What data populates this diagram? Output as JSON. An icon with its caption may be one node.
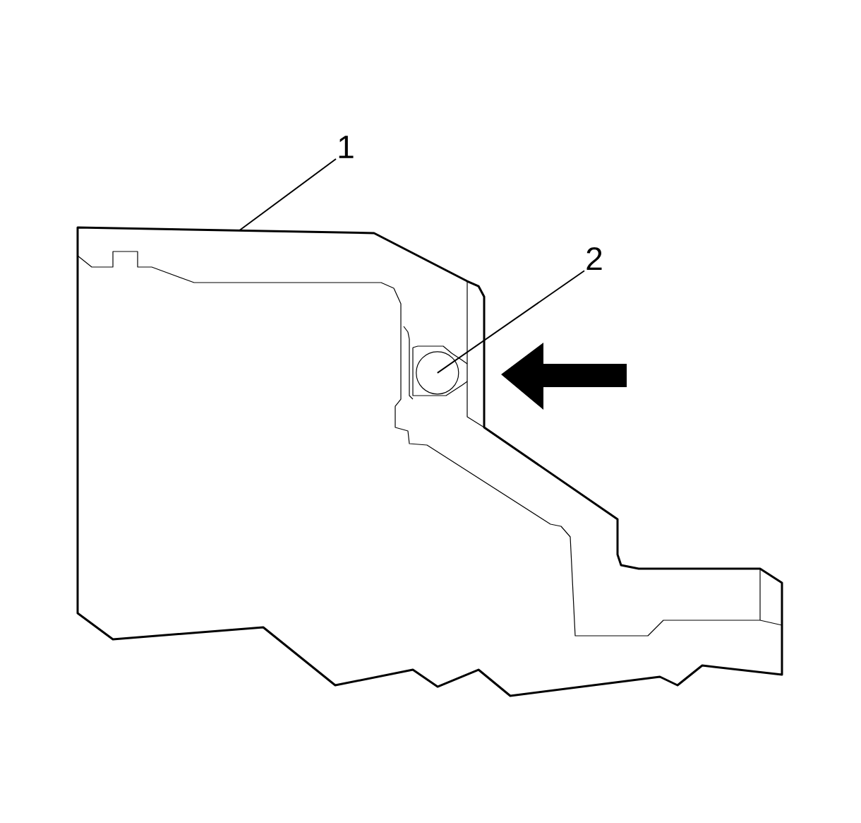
{
  "diagram": {
    "nodes": [
      {
        "text": [
          "1"
        ]
      },
      {
        "text": [
          "2"
        ]
      },
      {
        "text": [],
        "shape": "picture"
      },
      {
        "text": [],
        "shape": "circle",
        "in": 2
      }
    ],
    "edges": [
      {
        "from": 0,
        "to": 2,
        "arrow": "none"
      },
      {
        "from": 1,
        "to": 3,
        "arrow": "none"
      }
    ]
  }
}
